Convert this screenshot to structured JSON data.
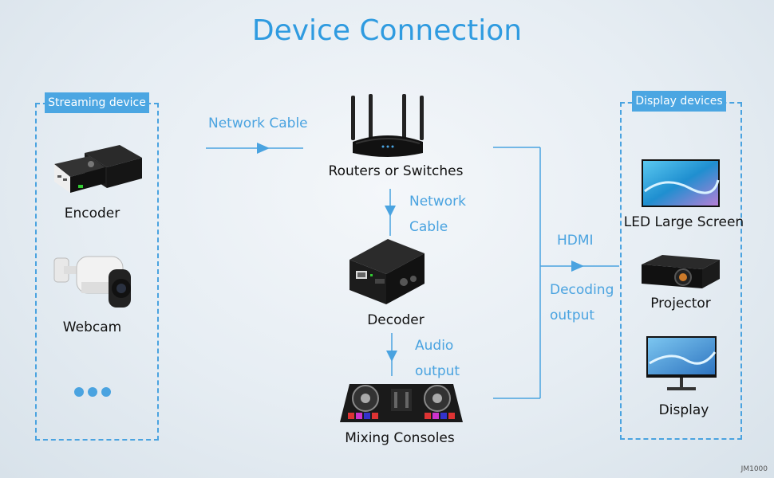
{
  "title": "Device Connection",
  "streaming_group": {
    "label": "Streaming device",
    "devices": [
      "Encoder",
      "Webcam"
    ]
  },
  "display_group": {
    "label": "Display devices",
    "devices": [
      "LED Large Screen",
      "Projector",
      "Display"
    ]
  },
  "center_devices": {
    "router": "Routers or Switches",
    "decoder": "Decoder",
    "mixer": "Mixing Consoles"
  },
  "connections": {
    "network_cable_1": "Network Cable",
    "network_cable_2_line1": "Network",
    "network_cable_2_line2": "Cable",
    "audio_line1": "Audio",
    "audio_line2": "output",
    "hdmi": "HDMI",
    "decoding_line1": "Decoding",
    "decoding_line2": "output"
  },
  "watermark": "JM1000",
  "colors": {
    "accent": "#4aa3e0",
    "title": "#2f9be0",
    "label_bg": "#4ba6e2"
  }
}
